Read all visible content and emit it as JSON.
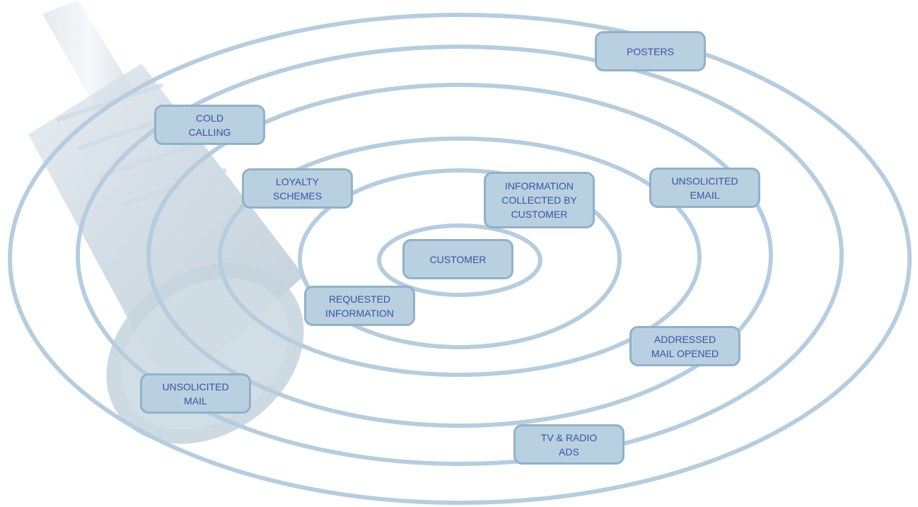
{
  "diagram": {
    "ring_color": "#b5cddf",
    "box_fill": "#b9d0e0",
    "box_border": "#8fb2ca",
    "text_color": "#3a52a6",
    "labels": {
      "posters": "POSTERS",
      "cold_calling": "COLD\nCALLING",
      "loyalty_schemes": "LOYALTY\nSCHEMES",
      "information_collected": "INFORMATION\nCOLLECTED BY\nCUSTOMER",
      "unsolicited_email": "UNSOLICITED\nEMAIL",
      "customer": "CUSTOMER",
      "requested_information": "REQUESTED\nINFORMATION",
      "addressed_mail": "ADDRESSED\nMAIL OPENED",
      "unsolicited_mail": "UNSOLICITED\nMAIL",
      "tv_radio_ads": "TV & RADIO\nADS"
    }
  }
}
